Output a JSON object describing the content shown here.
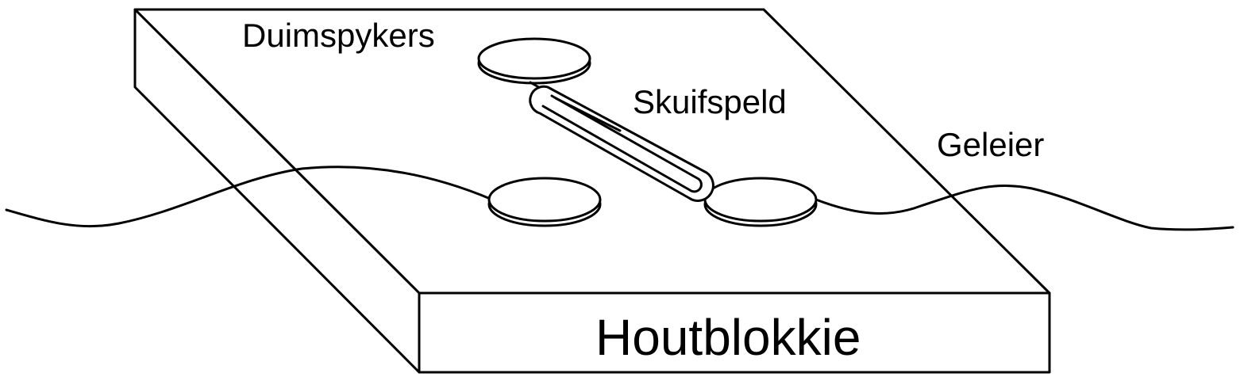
{
  "labels": {
    "thumbtacks": "Duimspykers",
    "slide_pin": "Skuifspeld",
    "conductor": "Geleier",
    "wood_block": "Houtblokkie"
  },
  "colors": {
    "line": "#000000",
    "background": "#ffffff"
  }
}
